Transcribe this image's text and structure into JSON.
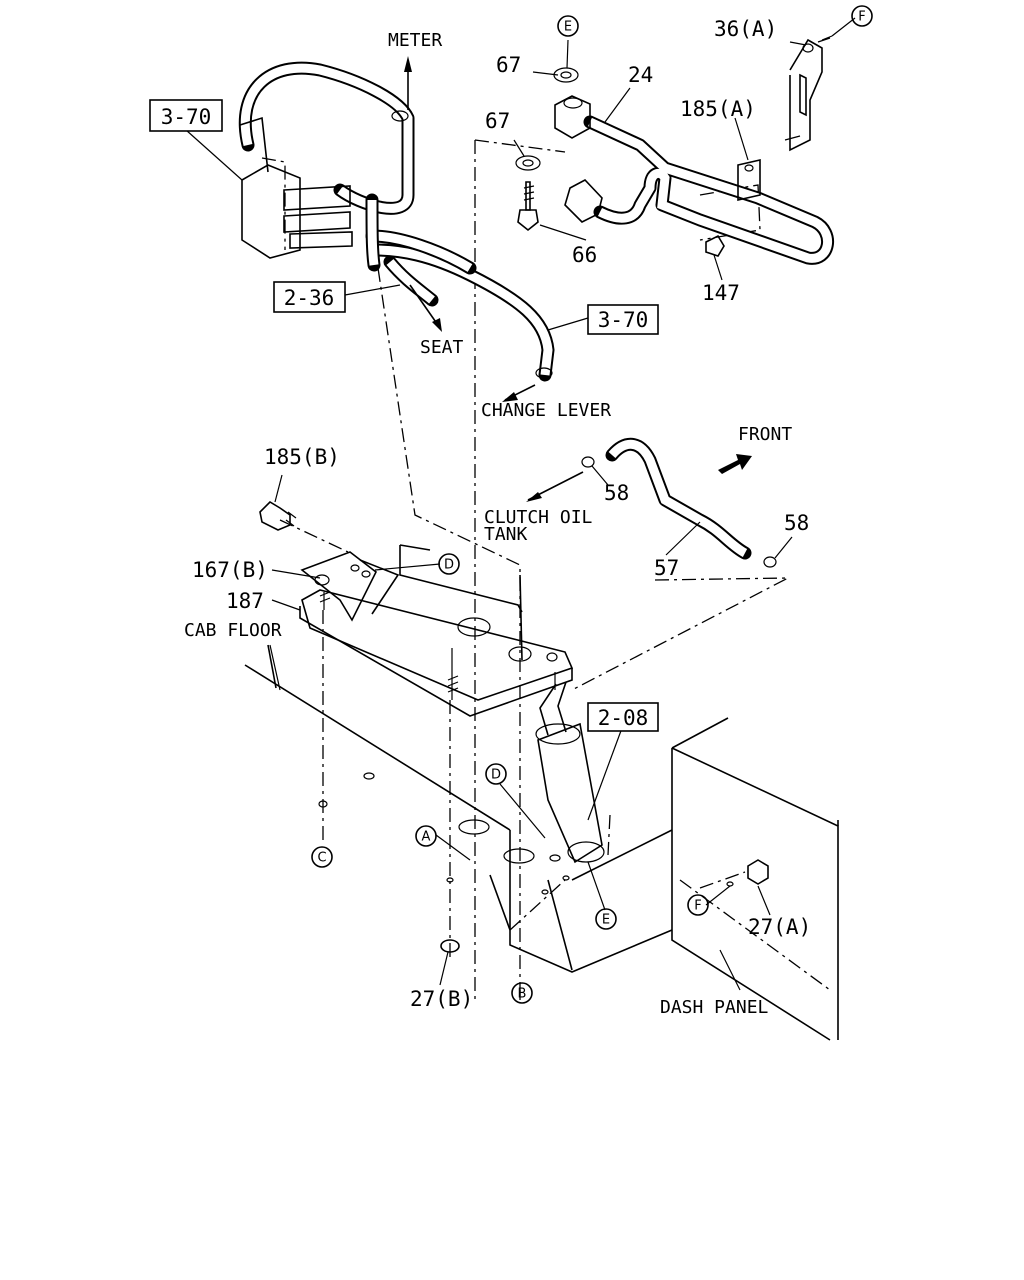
{
  "labels": {
    "meter": "METER",
    "seat": "SEAT",
    "change_lever": "CHANGE LEVER",
    "front": "FRONT",
    "clutch_oil": "CLUTCH OIL",
    "tank": "TANK",
    "cab_floor": "CAB FLOOR",
    "dash_panel": "DASH PANEL"
  },
  "refs": {
    "ref_3_70_a": "3-70",
    "ref_3_70_b": "3-70",
    "ref_2_36": "2-36",
    "ref_2_08": "2-08"
  },
  "parts": {
    "p36a": "36(A)",
    "p67a": "67",
    "p67b": "67",
    "p24": "24",
    "p185a": "185(A)",
    "p66": "66",
    "p147": "147",
    "p185b": "185(B)",
    "p58a": "58",
    "p58b": "58",
    "p57": "57",
    "p167b": "167(B)",
    "p187": "187",
    "p27a": "27(A)",
    "p27b": "27(B)"
  },
  "markers": {
    "e_top": "E",
    "f_top": "F",
    "d_upper": "D",
    "d_lower": "D",
    "a": "A",
    "b": "B",
    "c": "C",
    "e_lower": "E",
    "f_lower": "F"
  }
}
